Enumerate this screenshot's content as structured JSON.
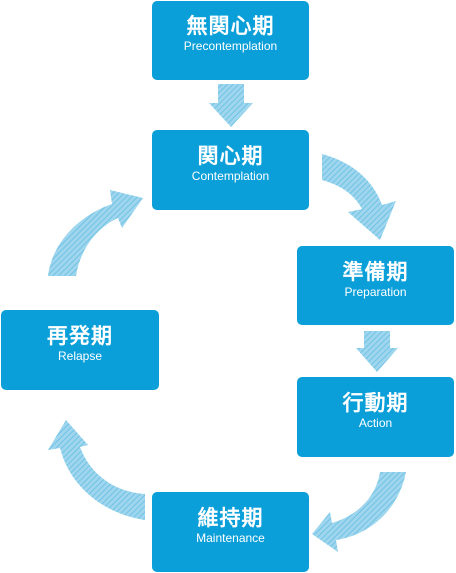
{
  "stages": [
    {
      "jp": "無関心期",
      "en": "Precontemplation"
    },
    {
      "jp": "関心期",
      "en": "Contemplation"
    },
    {
      "jp": "準備期",
      "en": "Preparation"
    },
    {
      "jp": "行動期",
      "en": "Action"
    },
    {
      "jp": "維持期",
      "en": "Maintenance"
    },
    {
      "jp": "再発期",
      "en": "Relapse"
    }
  ],
  "colors": {
    "box": "#0b9fd9",
    "arrow": "#7ec9e8",
    "text": "#ffffff"
  }
}
